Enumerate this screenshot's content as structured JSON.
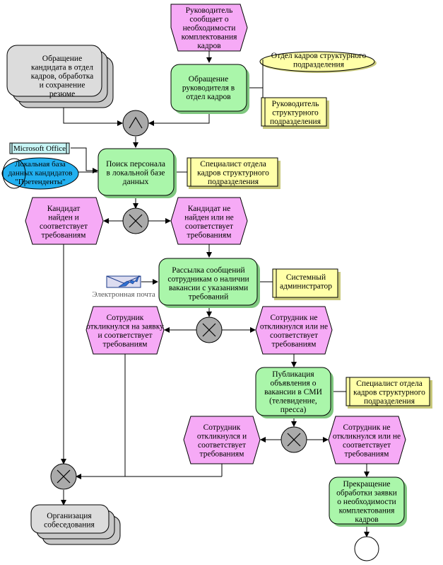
{
  "colors": {
    "event": "#f6aaf6",
    "function": "#aaf6aa",
    "role": "#ffffa8",
    "process": "#c8c8c8",
    "connector": "#aaaaaa",
    "data": "#22b0f0",
    "software": "#c8f6f6",
    "orgunit": "#ffffa8"
  },
  "events": {
    "e1": "Руководитель\nсообщает о\nнеобходимости\nкомплектования\nкадров",
    "e2": "Кандидат\nнайден и\nсоответствует\nтребованиям",
    "e3": "Кандидат не\nнайден или не\nсоответствует\nтребованиям",
    "e4": "Сотрудник\nоткликнулся на заявку\nи соответствует\nтребованиям",
    "e5": "Сотрудник не\nоткликнулся или не\nсоответствует\nтребованиям",
    "e6": "Сотрудник\nоткликнулся и\nсоответствует\nтребованиям",
    "e7": "Сотрудник не\nоткликнулся или не\nсоответствует\nтребованиям"
  },
  "functions": {
    "f1": "Обращение\nруководителя в\nотдел кадров",
    "f2": "Поиск персонала\nв локальной базе\nданных",
    "f3": "Рассылка сообщений\nсотрудникам о наличии\nвакансии с указаниями\nтребований",
    "f4": "Публикация\nобъявления о\nвакансии в СМИ\n(телевидение,\nпресса)",
    "f5": "Прекращение\nобработки заявки\nо необходимости\nкомплектования\nкадров"
  },
  "processes": {
    "p1": "Обращение\nкандидата в отдел\nкадров, обработка\nи сохранение\nрезюме",
    "p2": "Организация\nсобеседования"
  },
  "roles": {
    "r1": "Руководитель\nструктурного\nподразделения",
    "r2": "Специалист отдела\nкадров структурного\nподразделения",
    "r3": "Системный\nадминистратор",
    "r4": "Специалист отдела\nкадров структурного\nподразделения"
  },
  "orgunit": "Отдел кадров структурного\nподразделения",
  "software": "Microsoft Office",
  "database": "Локальная база\nданных кандидатов\n\"Претенденты\"",
  "email": "Электронная почта",
  "connectors": {
    "c1": "and",
    "c2": "xor",
    "c3": "xor",
    "c4": "xor",
    "c5": "xor"
  }
}
